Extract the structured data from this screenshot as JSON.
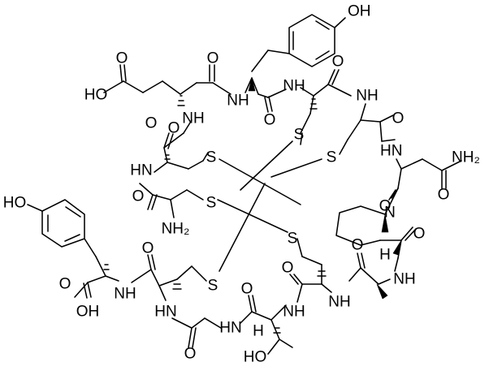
{
  "structure": {
    "labels": {
      "oh_top": "OH",
      "ho_left": "HO",
      "ho_acid": "HO",
      "oh_acid": "OH",
      "o": "O",
      "nh": "NH",
      "hn": "HN",
      "n": "N",
      "h": "H",
      "s": "S",
      "nh2_right": "NH₂",
      "nh2_left": "NH₂",
      "ho_thr": "HO"
    }
  }
}
